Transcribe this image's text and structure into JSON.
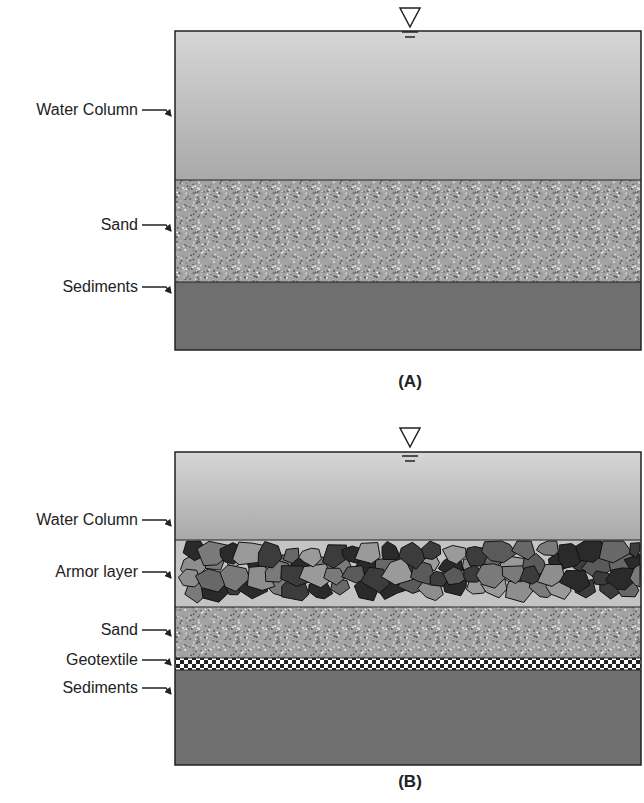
{
  "diagram": {
    "labels": [
      "Water Column",
      "Sand",
      "Sediments",
      "(A)",
      "Water Column",
      "Armor layer",
      "Sand",
      "Geotextile",
      "Sediments",
      "(B)"
    ]
  }
}
